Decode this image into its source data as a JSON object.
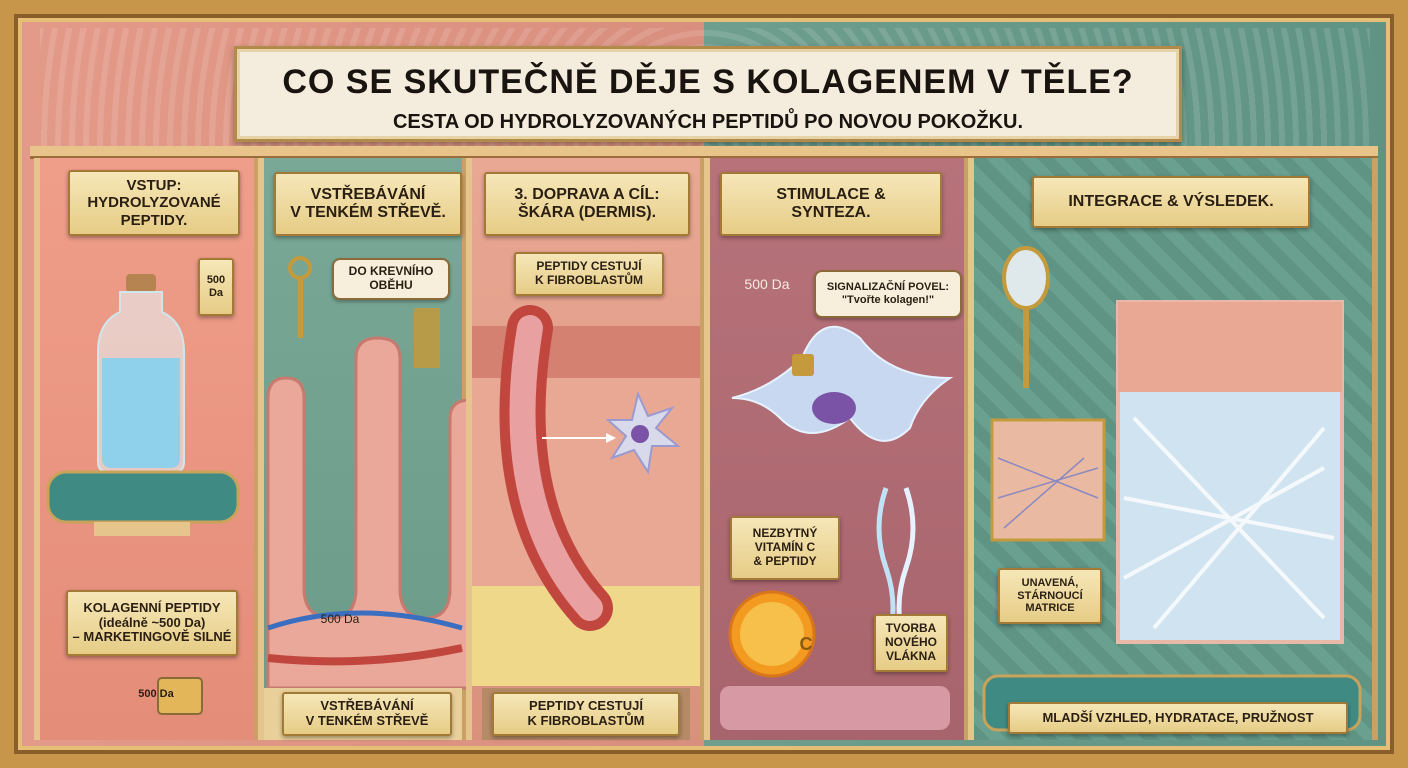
{
  "header": {
    "title": "CO SE SKUTEČNĚ DĚJE S KOLAGENEM V TĚLE?",
    "subtitle": "CESTA OD HYDROLYZOVANÝCH PEPTIDŮ PO NOVOU POKOŽKU."
  },
  "panels": {
    "p1": {
      "heading": "VSTUP:\nHYDROLYZOVANÉ\nPEPTIDY.",
      "tag_value": "500",
      "tag_unit": "Da",
      "caption": "KOLAGENNÍ PEPTIDY\n(ideálně ~500 Da)\n– MARKETINGOVĚ SILNÉ",
      "scale_label": "500 Da"
    },
    "p2": {
      "heading": "VSTŘEBÁVÁNÍ\nV TENKÉM STŘEVĚ.",
      "key_tag": "DO KREVNÍHO\nOBĚHU",
      "villi_label": "500 Da",
      "caption": "VSTŘEBÁVÁNÍ\nV TENKÉM STŘEVĚ"
    },
    "p3": {
      "heading": "3. DOPRAVA A CÍL:\nŠKÁRA (DERMIS).",
      "sub_label": "PEPTIDY CESTUJÍ\nK FIBROBLASTŮM",
      "caption": "PEPTIDY CESTUJÍ\nK FIBROBLASTŮM"
    },
    "p4": {
      "heading": "STIMULACE &\nSYNTEZA.",
      "dalton": "500 Da",
      "signal": "SIGNALIZAČNÍ POVEL:\n\"Tvořte kolagen!\"",
      "vitamin": "NEZBYTNÝ\nVITAMÍN C\n& PEPTIDY",
      "fiber": "TVORBA\nNOVÉHO\nVLÁKNA",
      "vitamin_letter": "C"
    },
    "p5": {
      "heading": "INTEGRACE & VÝSLEDEK.",
      "old_matrix": "UNAVENÁ,\nSTÁRNOUCÍ\nMATRICE",
      "result": "MLADŠÍ VZHLED, HYDRATACE, PRUŽNOST"
    }
  },
  "colors": {
    "coral": "#e48d79",
    "teal": "#6b9a88",
    "gold": "#e6cc86",
    "capillary": "#c0463e",
    "peptide": "#8fd0ea"
  }
}
